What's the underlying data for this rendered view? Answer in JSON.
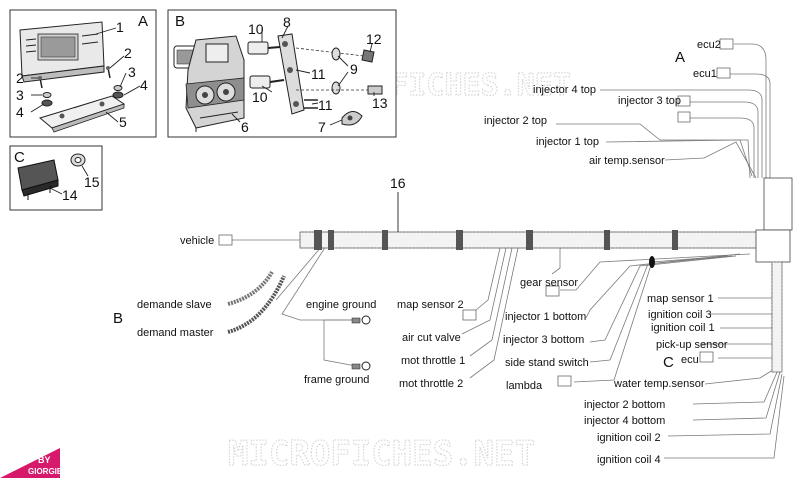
{
  "diagram": {
    "watermark": "MICROFICHES.NET",
    "brand": {
      "line1": "BY",
      "line2": "GIORGIE"
    },
    "panel_labels": {
      "A": "A",
      "B": "B",
      "C": "C"
    },
    "side_labels": {
      "A": "A",
      "B": "B",
      "C": "C"
    },
    "numbers": [
      "1",
      "2",
      "3",
      "4",
      "2",
      "3",
      "4",
      "5",
      "8",
      "10",
      "12",
      "9",
      "11",
      "10",
      "11",
      "13",
      "6",
      "7",
      "15",
      "14",
      "16"
    ],
    "labels": {
      "ecu2": "ecu2",
      "ecu1": "ecu1",
      "injector4top": "injector 4 top",
      "injector3top": "injector 3 top",
      "injector2top": "injector 2 top",
      "injector1top": "injector 1 top",
      "airtemp": "air temp.sensor",
      "vehicle": "vehicle",
      "gearsensor": "gear sensor",
      "demandeslave": "demande slave",
      "demandmaster": "demand master",
      "engineground": "engine ground",
      "frameground": "frame ground",
      "mapsensor2": "map sensor 2",
      "aircutvalve": "air cut valve",
      "motthrottle1": "mot throttle 1",
      "motthrottle2": "mot throttle 2",
      "injector1bottom": "injector 1 bottom",
      "injector3bottom": "injector 3 bottom",
      "sidestand": "side stand switch",
      "lambda": "lambda",
      "mapsensor1": "map sensor 1",
      "ignitioncoil3": "ignition coil 3",
      "ignitioncoil1": "ignition coil 1",
      "pickup": "pick-up sensor",
      "ecu": "ecu",
      "watertemp": "water temp.sensor",
      "injector2bottom": "injector 2 bottom",
      "injector4bottom": "injector 4 bottom",
      "ignitioncoil2": "ignition coil 2",
      "ignitioncoil4": "ignition coil 4"
    }
  }
}
